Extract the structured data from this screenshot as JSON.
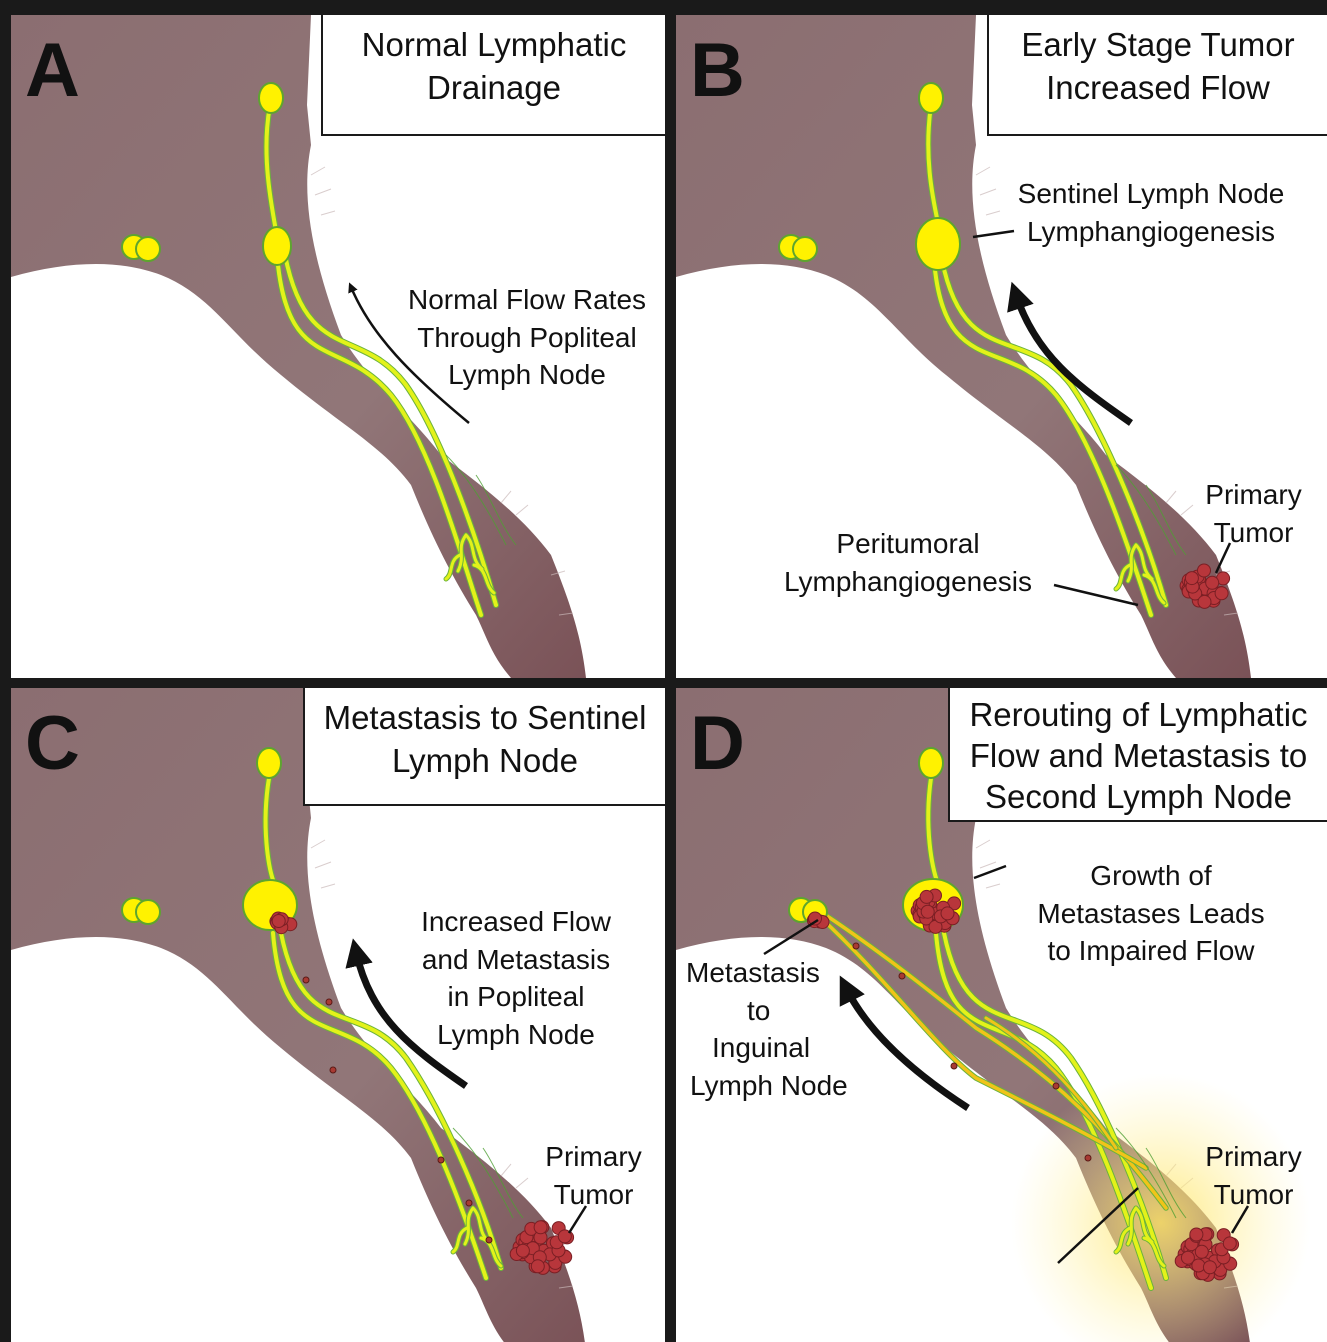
{
  "panels": {
    "a": {
      "letter": "A",
      "title": [
        "Normal Lymphatic",
        "Drainage"
      ],
      "flow_label": [
        "Normal Flow Rates",
        "Through Popliteal",
        "Lymph Node"
      ]
    },
    "b": {
      "letter": "B",
      "title": [
        "Early Stage Tumor",
        "Increased Flow"
      ],
      "sentinel_label": [
        "Sentinel Lymph Node",
        "Lymphangiogenesis"
      ],
      "tumor_label": [
        "Primary",
        "Tumor"
      ],
      "peritumoral_label": [
        "Peritumoral",
        "Lymphangiogenesis"
      ]
    },
    "c": {
      "letter": "C",
      "title": [
        "Metastasis to Sentinel",
        "Lymph Node"
      ],
      "flow_label": [
        "Increased Flow",
        "and Metastasis",
        "in Popliteal",
        "Lymph Node"
      ],
      "tumor_label": [
        "Primary",
        "Tumor"
      ]
    },
    "d": {
      "letter": "D",
      "title": [
        "Rerouting of Lymphatic",
        "Flow and Metastasis to",
        "Second Lymph Node"
      ],
      "growth_label": [
        "Growth of",
        "Metastases Leads",
        "to Impaired Flow"
      ],
      "inguinal_label": [
        "Metastasis",
        "to",
        "Inguinal",
        "Lymph Node"
      ],
      "tumor_label": [
        "Primary",
        "Tumor"
      ]
    }
  },
  "colors": {
    "leg": "#8f7274",
    "leg_dark": "#6e5457",
    "node_fill": "#fff200",
    "node_stroke": "#5ea52e",
    "vessel": "#e3f21a",
    "vessel_stroke": "#6bb33b",
    "rerouted_vessel": "#f0c419",
    "tumor": "#b8363b",
    "tumor_dark": "#7a1f24",
    "panel_border": "#1a1a1a"
  },
  "icons": [
    "flow-arrow-icon",
    "lymph-node-icon",
    "tumor-cluster-icon"
  ]
}
